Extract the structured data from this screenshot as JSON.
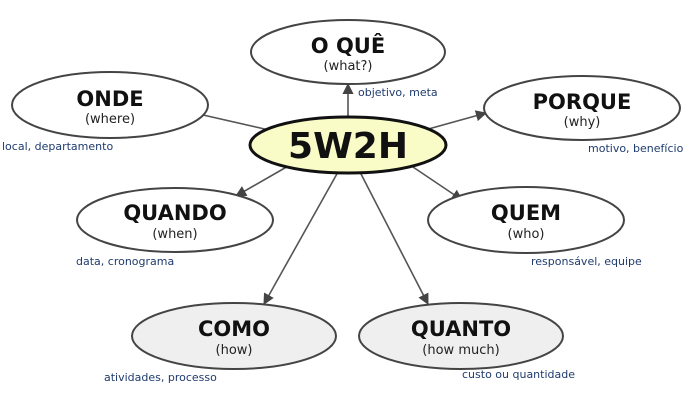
{
  "diagram": {
    "hub": {
      "label": "5W2H",
      "fill": "#fafcc8"
    },
    "node_fill_white": "#ffffff",
    "node_fill_gray": "#efefef",
    "stroke": "#444444",
    "note_color": "#1f3b6e",
    "nodes": [
      {
        "title": "O QUÊ",
        "subtitle": "(what?)",
        "note": "objetivo, meta"
      },
      {
        "title": "ONDE",
        "subtitle": "(where)",
        "note": "local, departamento"
      },
      {
        "title": "PORQUE",
        "subtitle": "(why)",
        "note": "motivo, benefício"
      },
      {
        "title": "QUANDO",
        "subtitle": "(when)",
        "note": "data, cronograma"
      },
      {
        "title": "QUEM",
        "subtitle": "(who)",
        "note": "responsável, equipe"
      },
      {
        "title": "COMO",
        "subtitle": "(how)",
        "note": "atividades, processo"
      },
      {
        "title": "QUANTO",
        "subtitle": "(how much)",
        "note": "custo ou quantidade"
      }
    ]
  }
}
